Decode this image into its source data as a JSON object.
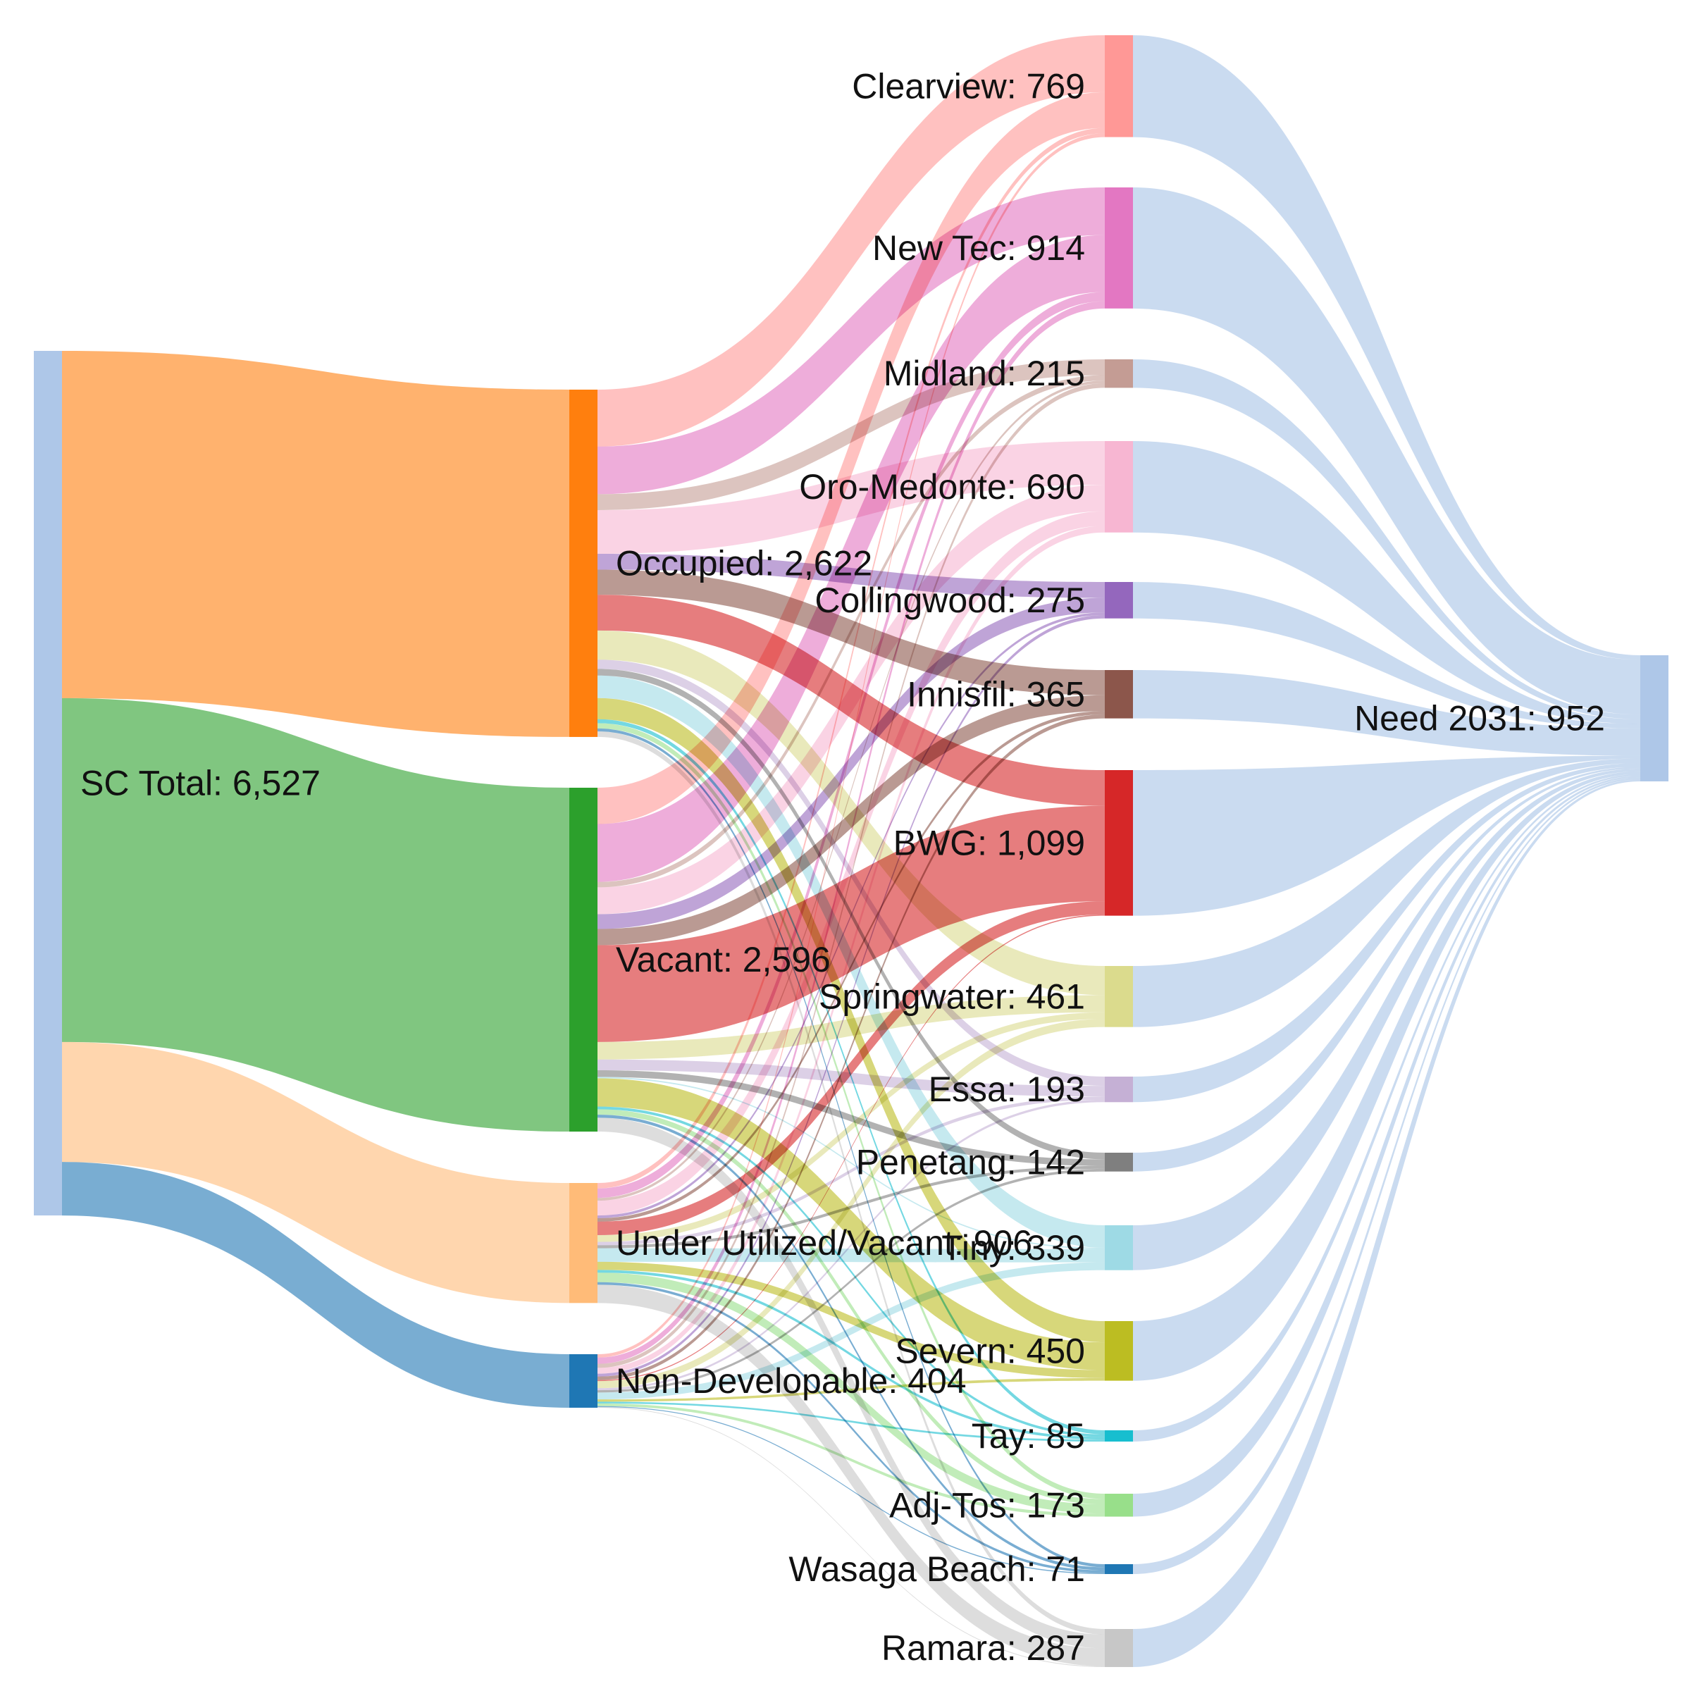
{
  "chart_data": {
    "type": "sankey",
    "nodes": [
      {
        "id": "total",
        "label": "SC Total: 6,527",
        "value": 6527,
        "color": "#aec7e8",
        "stage": 0
      },
      {
        "id": "occupied",
        "label": "Occupied: 2,622",
        "value": 2622,
        "color": "#ff7f0e",
        "stage": 1
      },
      {
        "id": "vacant",
        "label": "Vacant: 2,596",
        "value": 2596,
        "color": "#2ca02c",
        "stage": 1
      },
      {
        "id": "under",
        "label": "Under Utilized/Vacant: 906",
        "value": 906,
        "color": "#ffbb78",
        "stage": 1
      },
      {
        "id": "nondev",
        "label": "Non-Developable: 404",
        "value": 404,
        "color": "#1f77b4",
        "stage": 1
      },
      {
        "id": "clearview",
        "label": "Clearview: 769",
        "value": 769,
        "color": "#ff9896",
        "stage": 2
      },
      {
        "id": "newtec",
        "label": "New Tec: 914",
        "value": 914,
        "color": "#e377c2",
        "stage": 2
      },
      {
        "id": "midland",
        "label": "Midland: 215",
        "value": 215,
        "color": "#c49c94",
        "stage": 2
      },
      {
        "id": "oro",
        "label": "Oro-Medonte: 690",
        "value": 690,
        "color": "#f7b6d2",
        "stage": 2
      },
      {
        "id": "collingwood",
        "label": "Collingwood: 275",
        "value": 275,
        "color": "#9467bd",
        "stage": 2
      },
      {
        "id": "innisfil",
        "label": "Innisfil: 365",
        "value": 365,
        "color": "#8c564b",
        "stage": 2
      },
      {
        "id": "bwg",
        "label": "BWG: 1,099",
        "value": 1099,
        "color": "#d62728",
        "stage": 2
      },
      {
        "id": "springwater",
        "label": "Springwater: 461",
        "value": 461,
        "color": "#dbdb8d",
        "stage": 2
      },
      {
        "id": "essa",
        "label": "Essa: 193",
        "value": 193,
        "color": "#c5b0d5",
        "stage": 2
      },
      {
        "id": "penetang",
        "label": "Penetang: 142",
        "value": 142,
        "color": "#7f7f7f",
        "stage": 2
      },
      {
        "id": "tiny",
        "label": "Tiny: 339",
        "value": 339,
        "color": "#9edae5",
        "stage": 2
      },
      {
        "id": "severn",
        "label": "Severn: 450",
        "value": 450,
        "color": "#bcbd22",
        "stage": 2
      },
      {
        "id": "tay",
        "label": "Tay: 85",
        "value": 85,
        "color": "#17becf",
        "stage": 2
      },
      {
        "id": "adjtos",
        "label": "Adj-Tos: 173",
        "value": 173,
        "color": "#98df8a",
        "stage": 2
      },
      {
        "id": "wasaga",
        "label": "Wasaga Beach: 71",
        "value": 71,
        "color": "#1f77b4",
        "stage": 2
      },
      {
        "id": "ramara",
        "label": "Ramara: 287",
        "value": 287,
        "color": "#c7c7c7",
        "stage": 2
      },
      {
        "id": "need",
        "label": "Need 2031: 952",
        "value": 952,
        "color": "#aec7e8",
        "stage": 3
      }
    ],
    "links": [
      {
        "source": "total",
        "target": "occupied",
        "value": 2622
      },
      {
        "source": "total",
        "target": "vacant",
        "value": 2596
      },
      {
        "source": "total",
        "target": "under",
        "value": 906
      },
      {
        "source": "total",
        "target": "nondev",
        "value": 404
      },
      {
        "source": "occupied",
        "target": "clearview",
        "value": 430
      },
      {
        "source": "occupied",
        "target": "newtec",
        "value": 360
      },
      {
        "source": "occupied",
        "target": "midland",
        "value": 120
      },
      {
        "source": "occupied",
        "target": "oro",
        "value": 330
      },
      {
        "source": "occupied",
        "target": "collingwood",
        "value": 120
      },
      {
        "source": "occupied",
        "target": "innisfil",
        "value": 190
      },
      {
        "source": "occupied",
        "target": "bwg",
        "value": 270
      },
      {
        "source": "occupied",
        "target": "springwater",
        "value": 220
      },
      {
        "source": "occupied",
        "target": "essa",
        "value": 70
      },
      {
        "source": "occupied",
        "target": "penetang",
        "value": 50
      },
      {
        "source": "occupied",
        "target": "tiny",
        "value": 170
      },
      {
        "source": "occupied",
        "target": "severn",
        "value": 160
      },
      {
        "source": "occupied",
        "target": "tay",
        "value": 30
      },
      {
        "source": "occupied",
        "target": "adjtos",
        "value": 40
      },
      {
        "source": "occupied",
        "target": "wasaga",
        "value": 22
      },
      {
        "source": "occupied",
        "target": "ramara",
        "value": 42
      },
      {
        "source": "vacant",
        "target": "clearview",
        "value": 270
      },
      {
        "source": "vacant",
        "target": "newtec",
        "value": 430
      },
      {
        "source": "vacant",
        "target": "midland",
        "value": 40
      },
      {
        "source": "vacant",
        "target": "oro",
        "value": 200
      },
      {
        "source": "vacant",
        "target": "collingwood",
        "value": 110
      },
      {
        "source": "vacant",
        "target": "innisfil",
        "value": 120
      },
      {
        "source": "vacant",
        "target": "bwg",
        "value": 720
      },
      {
        "source": "vacant",
        "target": "springwater",
        "value": 130
      },
      {
        "source": "vacant",
        "target": "essa",
        "value": 80
      },
      {
        "source": "vacant",
        "target": "penetang",
        "value": 50
      },
      {
        "source": "vacant",
        "target": "tiny",
        "value": 10
      },
      {
        "source": "vacant",
        "target": "severn",
        "value": 210
      },
      {
        "source": "vacant",
        "target": "tay",
        "value": 20
      },
      {
        "source": "vacant",
        "target": "adjtos",
        "value": 40
      },
      {
        "source": "vacant",
        "target": "wasaga",
        "value": 22
      },
      {
        "source": "vacant",
        "target": "ramara",
        "value": 104
      },
      {
        "source": "under",
        "target": "clearview",
        "value": 40
      },
      {
        "source": "under",
        "target": "newtec",
        "value": 70
      },
      {
        "source": "under",
        "target": "midland",
        "value": 20
      },
      {
        "source": "under",
        "target": "oro",
        "value": 110
      },
      {
        "source": "under",
        "target": "collingwood",
        "value": 20
      },
      {
        "source": "under",
        "target": "innisfil",
        "value": 25
      },
      {
        "source": "under",
        "target": "bwg",
        "value": 100
      },
      {
        "source": "under",
        "target": "springwater",
        "value": 50
      },
      {
        "source": "under",
        "target": "essa",
        "value": 25
      },
      {
        "source": "under",
        "target": "penetang",
        "value": 22
      },
      {
        "source": "under",
        "target": "tiny",
        "value": 100
      },
      {
        "source": "under",
        "target": "severn",
        "value": 60
      },
      {
        "source": "under",
        "target": "tay",
        "value": 20
      },
      {
        "source": "under",
        "target": "adjtos",
        "value": 70
      },
      {
        "source": "under",
        "target": "wasaga",
        "value": 19
      },
      {
        "source": "under",
        "target": "ramara",
        "value": 135
      },
      {
        "source": "nondev",
        "target": "clearview",
        "value": 29
      },
      {
        "source": "nondev",
        "target": "newtec",
        "value": 54
      },
      {
        "source": "nondev",
        "target": "midland",
        "value": 35
      },
      {
        "source": "nondev",
        "target": "oro",
        "value": 50
      },
      {
        "source": "nondev",
        "target": "collingwood",
        "value": 25
      },
      {
        "source": "nondev",
        "target": "innisfil",
        "value": 30
      },
      {
        "source": "nondev",
        "target": "bwg",
        "value": 9
      },
      {
        "source": "nondev",
        "target": "springwater",
        "value": 61
      },
      {
        "source": "nondev",
        "target": "essa",
        "value": 18
      },
      {
        "source": "nondev",
        "target": "penetang",
        "value": 20
      },
      {
        "source": "nondev",
        "target": "tiny",
        "value": 59
      },
      {
        "source": "nondev",
        "target": "severn",
        "value": 20
      },
      {
        "source": "nondev",
        "target": "tay",
        "value": 15
      },
      {
        "source": "nondev",
        "target": "adjtos",
        "value": 23
      },
      {
        "source": "nondev",
        "target": "wasaga",
        "value": 8
      },
      {
        "source": "nondev",
        "target": "ramara",
        "value": 6
      },
      {
        "source": "clearview",
        "target": "need",
        "value": 10
      },
      {
        "source": "newtec",
        "target": "need",
        "value": 120
      },
      {
        "source": "midland",
        "target": "need",
        "value": 10
      },
      {
        "source": "oro",
        "target": "need",
        "value": 10
      },
      {
        "source": "collingwood",
        "target": "need",
        "value": 10
      },
      {
        "source": "innisfil",
        "target": "need",
        "value": 60
      },
      {
        "source": "bwg",
        "target": "need",
        "value": 6
      },
      {
        "source": "springwater",
        "target": "need",
        "value": 10
      },
      {
        "source": "essa",
        "target": "need",
        "value": 8
      },
      {
        "source": "penetang",
        "target": "need",
        "value": 4
      },
      {
        "source": "tiny",
        "target": "need",
        "value": 6
      },
      {
        "source": "severn",
        "target": "need",
        "value": 6
      },
      {
        "source": "tay",
        "target": "need",
        "value": 4
      },
      {
        "source": "adjtos",
        "target": "need",
        "value": 4
      },
      {
        "source": "wasaga",
        "target": "need",
        "value": 4
      },
      {
        "source": "ramara",
        "target": "need",
        "value": 4
      }
    ]
  }
}
